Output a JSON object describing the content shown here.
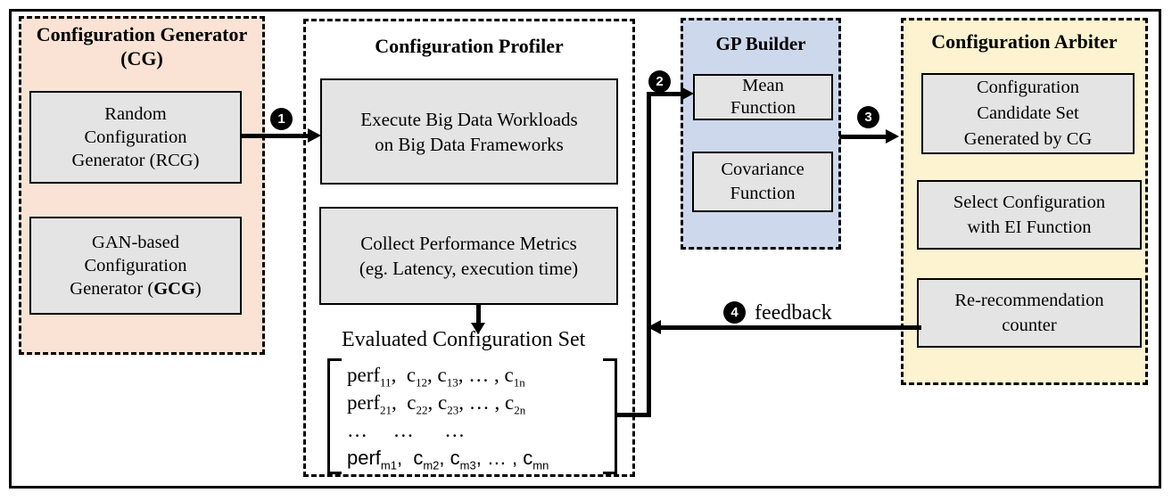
{
  "colors": {
    "cg_panel_bg": "#fae3d5",
    "gp_panel_bg": "#ced8ec",
    "arbiter_panel_bg": "#fdf3d0",
    "inner_box_bg": "#e4e4e4",
    "line_color": "#000000"
  },
  "cg": {
    "title_line1": "Configuration Generator",
    "title_line2": "(CG)",
    "rcg": {
      "line1": "Random",
      "line2": "Configuration",
      "line3": "Generator (RCG)"
    },
    "gcg": {
      "line1": "GAN-based",
      "line2": "Configuration",
      "line3_prefix": "Generator (",
      "line3_bold": "GCG",
      "line3_suffix": ")"
    }
  },
  "profiler": {
    "title": "Configuration Profiler",
    "execute": {
      "line1": "Execute Big Data Workloads",
      "line2": "on Big Data Frameworks"
    },
    "collect": {
      "line1": "Collect Performance Metrics",
      "line2": "(eg. Latency, execution time)"
    },
    "evaluated_label": "Evaluated Configuration Set",
    "matrix": {
      "rows": [
        {
          "font": "serif",
          "segs": [
            [
              "perf",
              "11"
            ],
            [
              ",  c",
              "12"
            ],
            [
              ", c",
              "13"
            ],
            [
              ", … , c",
              "1n"
            ]
          ]
        },
        {
          "font": "serif",
          "segs": [
            [
              "perf",
              "21"
            ],
            [
              ",  c",
              "22"
            ],
            [
              ", c",
              "23"
            ],
            [
              ", … , c",
              "2n"
            ]
          ]
        },
        {
          "font": "serif",
          "segs": [
            [
              "…     …      …",
              ""
            ]
          ]
        },
        {
          "font": "sans",
          "segs": [
            [
              "perf",
              "m1"
            ],
            [
              ",  c",
              "m2"
            ],
            [
              ", c",
              "m3"
            ],
            [
              ", … , c",
              "mn"
            ]
          ]
        }
      ]
    }
  },
  "gp": {
    "title": "GP Builder",
    "mean": {
      "line1": "Mean",
      "line2": "Function"
    },
    "covariance": {
      "line1": "Covariance",
      "line2": "Function"
    }
  },
  "arbiter": {
    "title": "Configuration Arbiter",
    "candidate": {
      "line1": "Configuration",
      "line2": "Candidate Set",
      "line3": "Generated by CG"
    },
    "select": {
      "line1": "Select Configuration",
      "line2": "with EI Function"
    },
    "counter": {
      "line1": "Re-recommendation",
      "line2": "counter"
    }
  },
  "flow": {
    "step1": "1",
    "step2": "2",
    "step3": "3",
    "step4": "4",
    "feedback_label": "feedback"
  }
}
